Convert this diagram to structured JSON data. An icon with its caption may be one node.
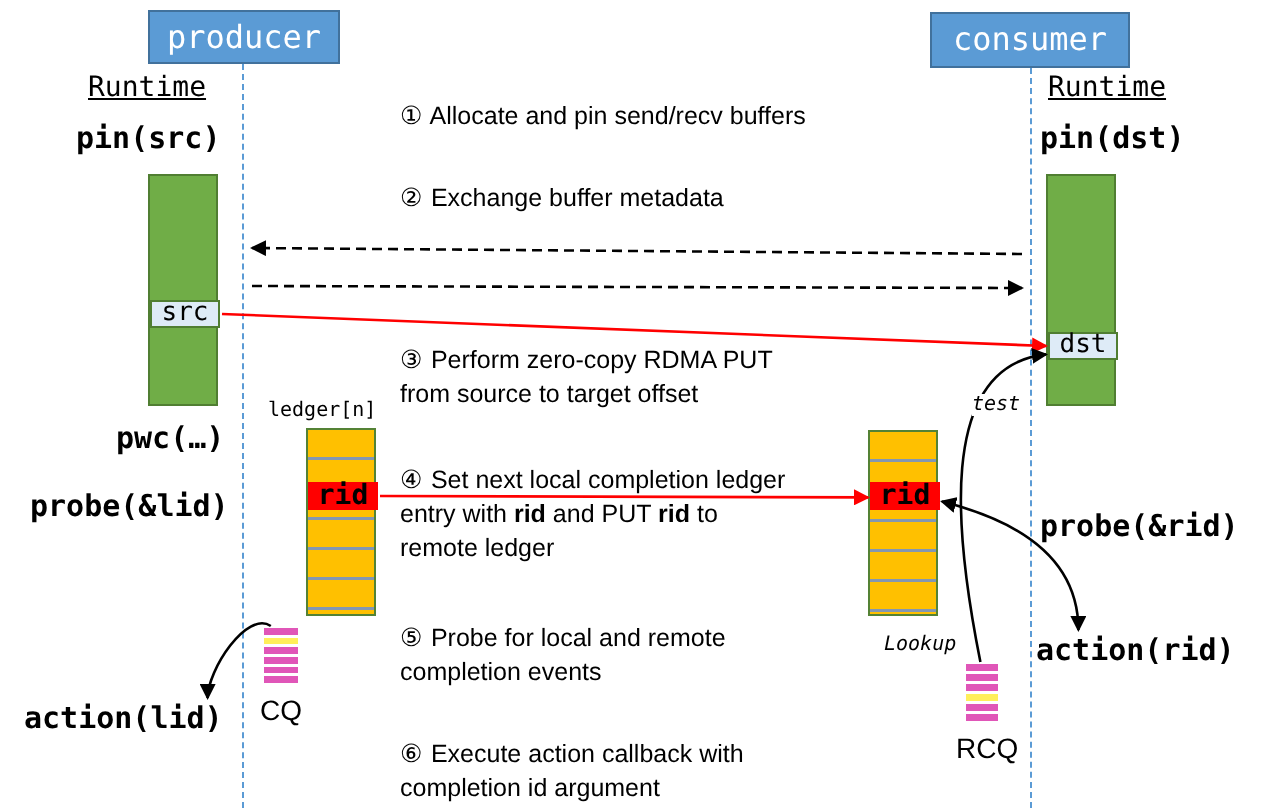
{
  "diagram": {
    "nodes": [
      {
        "text": [
          "producer"
        ]
      },
      {
        "text": [
          "consumer"
        ]
      },
      {
        "text": [],
        "shape": "bar"
      },
      {
        "text": [
          "src"
        ],
        "in": 2
      },
      {
        "text": [],
        "shape": "bar"
      },
      {
        "text": [
          "dst"
        ],
        "in": 4
      },
      {
        "text": [
          "ledger[n]"
        ]
      },
      {
        "text": [
          "rid"
        ],
        "in": 6
      },
      {
        "text": [],
        "shape": "bar"
      },
      {
        "text": [
          "rid"
        ],
        "in": 8
      },
      {
        "text": [
          "CQ"
        ]
      },
      {
        "text": [
          "RCQ"
        ],
        "beside": [
          "Lookup"
        ]
      },
      {
        "text": [
          "action(lid)"
        ]
      },
      {
        "text": [
          "action(rid)"
        ]
      },
      {
        "text": [],
        "shape": "line"
      },
      {
        "text": [],
        "shape": "line"
      }
    ],
    "edges": [
      {
        "from": 15,
        "to": 14,
        "arrow": "to",
        "style": "dashed"
      },
      {
        "from": 14,
        "to": 15,
        "arrow": "to",
        "style": "dashed"
      },
      {
        "from": 3,
        "to": 5,
        "arrow": "to",
        "color": "#ff0000"
      },
      {
        "from": 7,
        "to": 9,
        "arrow": "to",
        "color": "#ff0000"
      },
      {
        "from": 11,
        "to": 5,
        "arrow": "to",
        "label": "test"
      },
      {
        "from": 9,
        "to": 13,
        "arrow": "both"
      },
      {
        "from": 10,
        "to": 12,
        "arrow": "to"
      }
    ],
    "labels": [
      "Runtime",
      "Runtime",
      "pin(src)",
      "pin(dst)",
      "① Allocate and pin send/recv buffers",
      "② Exchange buffer metadata",
      "③ Perform zero-copy RDMA PUT from source to target offset",
      "pwc(…)",
      "④ Set next local completion ledger entry with **rid** and PUT **rid** to remote ledger",
      "probe(&lid)",
      "probe(&rid)",
      "⑤ Probe for local and remote completion events",
      "⑥ Execute action callback with completion id argument"
    ]
  }
}
